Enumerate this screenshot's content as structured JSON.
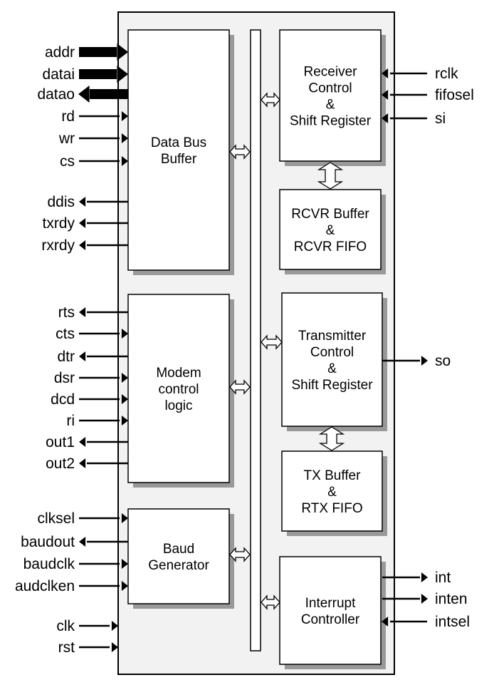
{
  "blocks": [
    {
      "id": "data-bus-buffer",
      "lines": [
        "Data Bus",
        "Buffer"
      ]
    },
    {
      "id": "modem-control-logic",
      "lines": [
        "Modem",
        "control",
        "logic"
      ]
    },
    {
      "id": "baud-generator",
      "lines": [
        "Baud",
        "Generator"
      ]
    },
    {
      "id": "receiver-control",
      "lines": [
        "Receiver",
        "Control",
        "&",
        "Shift Register"
      ]
    },
    {
      "id": "rcvr-buffer",
      "lines": [
        "RCVR Buffer",
        "&",
        "RCVR FIFO"
      ]
    },
    {
      "id": "transmitter-control",
      "lines": [
        "Transmitter",
        "Control",
        "&",
        "Shift Register"
      ]
    },
    {
      "id": "tx-buffer",
      "lines": [
        "TX Buffer",
        "&",
        "RTX FIFO"
      ]
    },
    {
      "id": "interrupt-controller",
      "lines": [
        "Interrupt",
        "Controller"
      ]
    }
  ],
  "left_signals": [
    {
      "label": "addr",
      "direction": "in",
      "bus": true
    },
    {
      "label": "datai",
      "direction": "in",
      "bus": true
    },
    {
      "label": "datao",
      "direction": "out",
      "bus": true
    },
    {
      "label": "rd",
      "direction": "in"
    },
    {
      "label": "wr",
      "direction": "in"
    },
    {
      "label": "cs",
      "direction": "in"
    },
    {
      "label": "ddis",
      "direction": "out"
    },
    {
      "label": "txrdy",
      "direction": "out"
    },
    {
      "label": "rxrdy",
      "direction": "out"
    },
    {
      "label": "rts",
      "direction": "out"
    },
    {
      "label": "cts",
      "direction": "in"
    },
    {
      "label": "dtr",
      "direction": "out"
    },
    {
      "label": "dsr",
      "direction": "in"
    },
    {
      "label": "dcd",
      "direction": "in"
    },
    {
      "label": "ri",
      "direction": "in"
    },
    {
      "label": "out1",
      "direction": "out"
    },
    {
      "label": "out2",
      "direction": "out"
    },
    {
      "label": "clksel",
      "direction": "in"
    },
    {
      "label": "baudout",
      "direction": "out"
    },
    {
      "label": "baudclk",
      "direction": "in"
    },
    {
      "label": "audclken",
      "direction": "in"
    },
    {
      "label": "clk",
      "direction": "in"
    },
    {
      "label": "rst",
      "direction": "in"
    }
  ],
  "right_signals": [
    {
      "label": "rclk",
      "direction": "in"
    },
    {
      "label": "fifosel",
      "direction": "in"
    },
    {
      "label": "si",
      "direction": "in"
    },
    {
      "label": "so",
      "direction": "out"
    },
    {
      "label": "int",
      "direction": "out"
    },
    {
      "label": "inten",
      "direction": "out"
    },
    {
      "label": "intsel",
      "direction": "in"
    }
  ],
  "colors": {
    "background": "#f2f2f2",
    "block": "#ffffff",
    "shadow": "#999999",
    "line": "#000000"
  }
}
